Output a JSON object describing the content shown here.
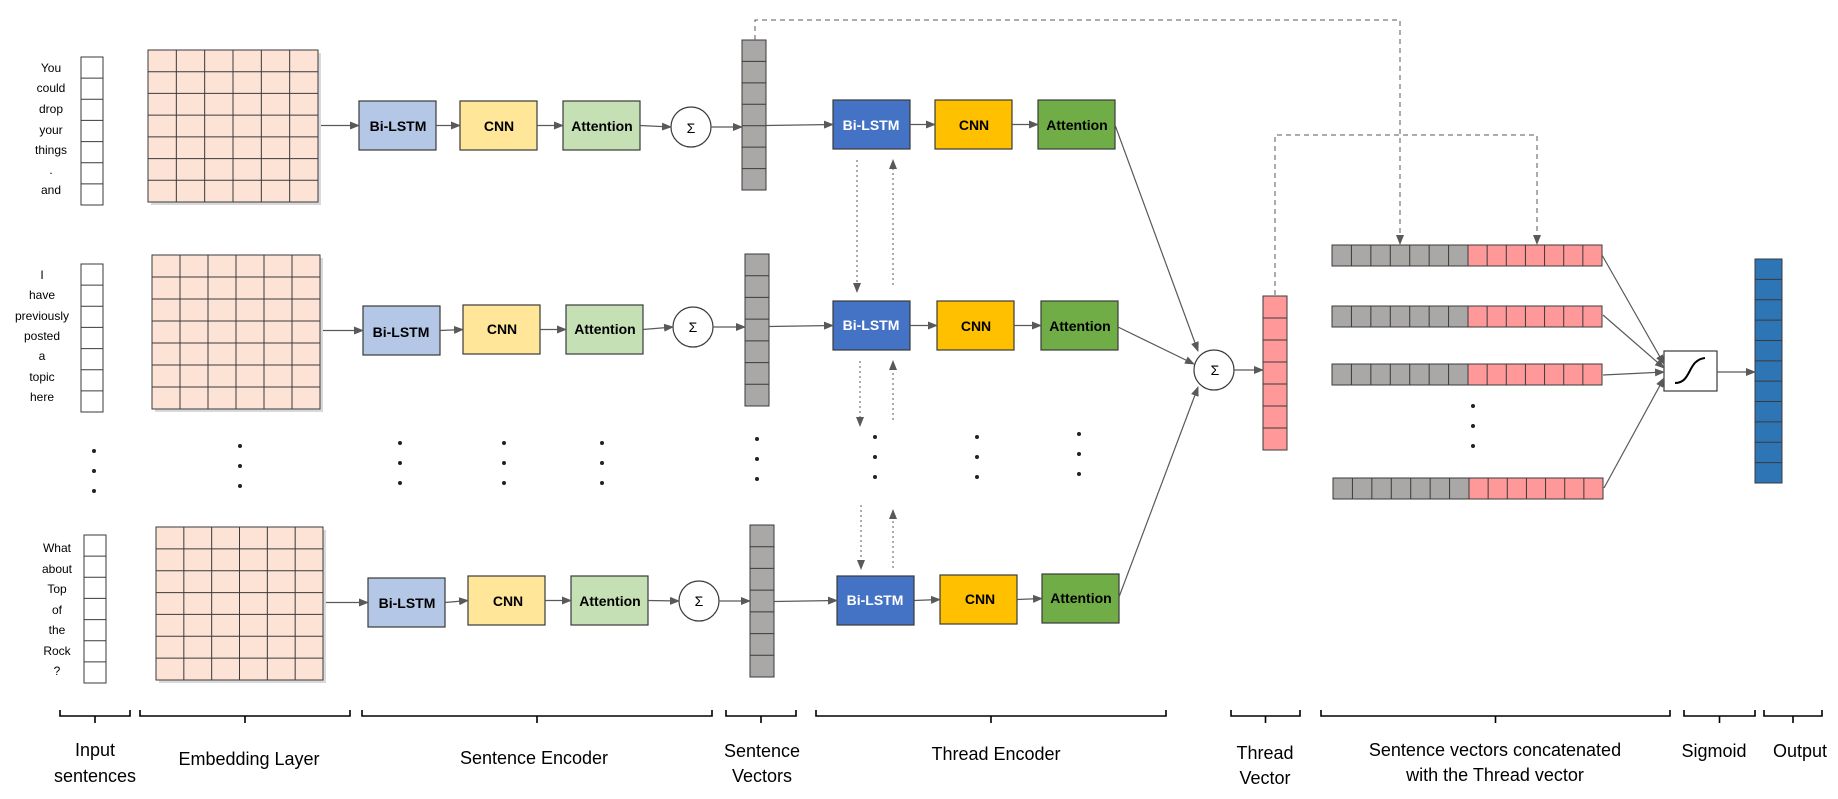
{
  "rows": [
    {
      "words": [
        "You",
        "could",
        "drop",
        "your",
        "things",
        ".",
        "and"
      ]
    },
    {
      "words": [
        "I",
        "have",
        "previously",
        "posted",
        "a",
        "topic",
        "here"
      ]
    },
    {
      "words": [
        "What",
        "about",
        "Top",
        "of",
        "the",
        "Rock",
        "?"
      ]
    }
  ],
  "blocks": {
    "bilstm": "Bi-LSTM",
    "cnn": "CNN",
    "attention": "Attention",
    "sum": "Σ"
  },
  "brackets": [
    {
      "lines": [
        "Input",
        "sentences"
      ]
    },
    {
      "lines": [
        "Embedding Layer"
      ]
    },
    {
      "lines": [
        "Sentence Encoder"
      ]
    },
    {
      "lines": [
        "Sentence",
        "Vectors"
      ]
    },
    {
      "lines": [
        "Thread Encoder"
      ]
    },
    {
      "lines": [
        "Thread",
        "Vector"
      ]
    },
    {
      "lines": [
        "Sentence vectors concatenated",
        "with the Thread vector"
      ]
    },
    {
      "lines": [
        "Sigmoid"
      ]
    },
    {
      "lines": [
        "Output"
      ]
    }
  ],
  "colors": {
    "embedding_fill": "#fde3d6",
    "sent_bilstm": "#b4c7e7",
    "sent_cnn": "#ffe699",
    "sent_attention": "#c5e0b4",
    "thread_bilstm": "#4472c4",
    "thread_cnn": "#ffc000",
    "thread_attention": "#70ad47",
    "gray_vector": "#aaa7a7",
    "pink_vector": "#ff9999",
    "output_vector": "#2e75b6",
    "line": "#595959"
  }
}
